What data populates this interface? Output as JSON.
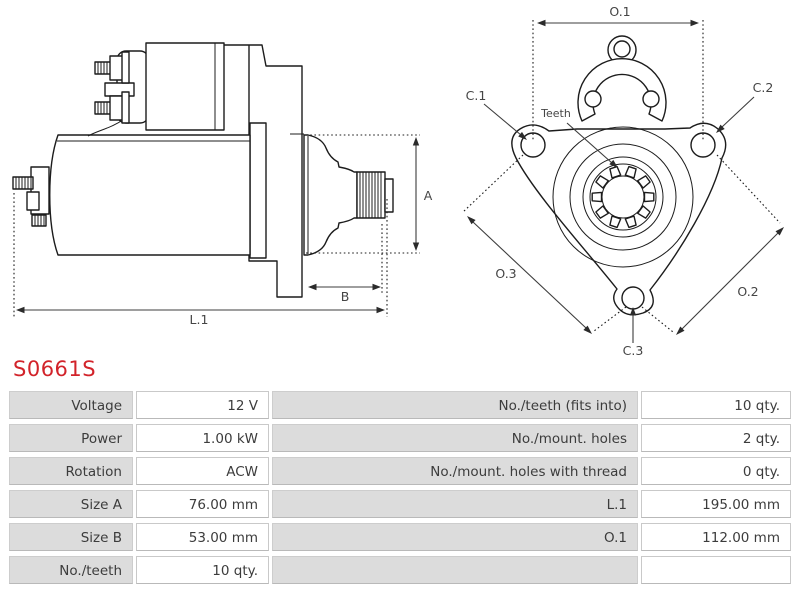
{
  "part_number": "S0661S",
  "annotations": {
    "side": {
      "a": "A",
      "b": "B",
      "l1": "L.1"
    },
    "front": {
      "o1": "O.1",
      "o2": "O.2",
      "o3": "O.3",
      "c1": "C.1",
      "c2": "C.2",
      "c3": "C.3",
      "teeth": "Teeth"
    }
  },
  "table": {
    "rows": [
      {
        "l_label": "Voltage",
        "l_value": "12 V",
        "r_label": "No./teeth (fits into)",
        "r_value": "10 qty."
      },
      {
        "l_label": "Power",
        "l_value": "1.00 kW",
        "r_label": "No./mount. holes",
        "r_value": "2 qty."
      },
      {
        "l_label": "Rotation",
        "l_value": "ACW",
        "r_label": "No./mount. holes with thread",
        "r_value": "0 qty."
      },
      {
        "l_label": "Size A",
        "l_value": "76.00 mm",
        "r_label": "L.1",
        "r_value": "195.00 mm"
      },
      {
        "l_label": "Size B",
        "l_value": "53.00 mm",
        "r_label": "O.1",
        "r_value": "112.00 mm"
      },
      {
        "l_label": "No./teeth",
        "l_value": "10 qty.",
        "r_label": "",
        "r_value": ""
      }
    ]
  },
  "colors": {
    "accent": "#d2232a",
    "label_cell_bg": "#dcdcdc",
    "line": "#1c1c1c"
  }
}
